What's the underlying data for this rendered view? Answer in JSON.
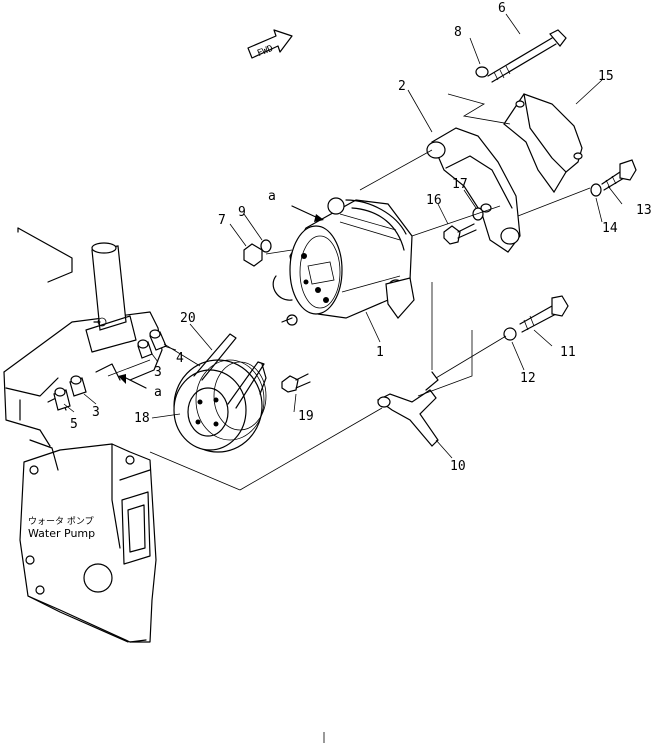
{
  "direction_marker": {
    "text": "FWD"
  },
  "pump_label": {
    "japanese": "ウォータ ポンプ",
    "english": "Water Pump"
  },
  "view_marker": "a",
  "callouts": [
    {
      "id": "1",
      "text": "1"
    },
    {
      "id": "2",
      "text": "2"
    },
    {
      "id": "3a",
      "text": "3"
    },
    {
      "id": "3b",
      "text": "3"
    },
    {
      "id": "4",
      "text": "4"
    },
    {
      "id": "5",
      "text": "5"
    },
    {
      "id": "6",
      "text": "6"
    },
    {
      "id": "7",
      "text": "7"
    },
    {
      "id": "8",
      "text": "8"
    },
    {
      "id": "9",
      "text": "9"
    },
    {
      "id": "10",
      "text": "10"
    },
    {
      "id": "11",
      "text": "11"
    },
    {
      "id": "12",
      "text": "12"
    },
    {
      "id": "13",
      "text": "13"
    },
    {
      "id": "14",
      "text": "14"
    },
    {
      "id": "15",
      "text": "15"
    },
    {
      "id": "16",
      "text": "16"
    },
    {
      "id": "17",
      "text": "17"
    },
    {
      "id": "18",
      "text": "18"
    },
    {
      "id": "19",
      "text": "19"
    },
    {
      "id": "20",
      "text": "20"
    }
  ]
}
